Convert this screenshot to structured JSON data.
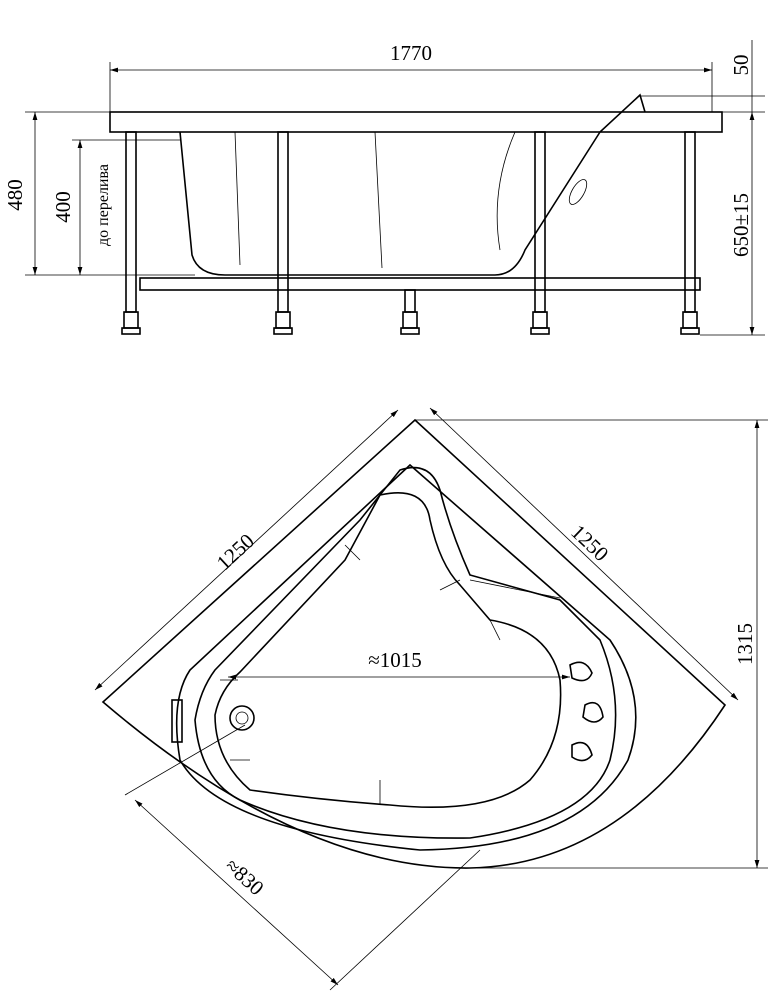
{
  "side_view": {
    "length": "1770",
    "rim_height": "50",
    "total_depth": "480",
    "overflow_depth": "400",
    "overflow_label": "до перелива",
    "leg_height": "650±15"
  },
  "top_view": {
    "side_left": "1250",
    "side_right": "1250",
    "overall_depth": "1315",
    "inner_width": "≈1015",
    "inner_length": "≈830"
  }
}
